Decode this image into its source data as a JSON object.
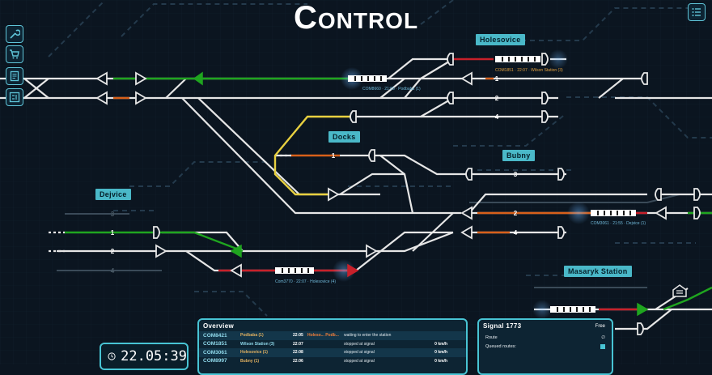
{
  "title": "Control",
  "toolbar": {
    "tools": [
      {
        "name": "wrench-icon"
      },
      {
        "name": "cart-icon"
      },
      {
        "name": "book-icon"
      },
      {
        "name": "schedule-icon"
      }
    ],
    "menu_icon": "list-icon"
  },
  "stations": {
    "holesovice": "Holesovice",
    "docks": "Docks",
    "bubny": "Bubny",
    "dejvice": "Dejvice",
    "masaryk": "Masaryk Station"
  },
  "track_numbers": {
    "holesovice": [
      "3",
      "1",
      "2",
      "4"
    ],
    "docks": [
      "1"
    ],
    "bubny": [
      "3",
      "2",
      "4"
    ],
    "dejvice": [
      "3",
      "1",
      "2",
      "4"
    ]
  },
  "trains": {
    "t1": "COM8660 · 21:05 · Podbaba (1)",
    "t2": "COM1851 · 22:07 · Wilson Station (3)",
    "t3": "COM3061 · 21:55 · Dejvice (1)",
    "t4": "Com3770 · 22:07 · Holesovice (4)"
  },
  "clock": {
    "time": "22.05:39"
  },
  "overview": {
    "title": "Overview",
    "rows": [
      {
        "id": "COM8421",
        "from": "Podbaba (1)",
        "dep": "22:05",
        "to": "Holeso...  Podb...",
        "status": "waiting to enter the station",
        "speed": ""
      },
      {
        "id": "COM1851",
        "from": "Wilson Station (3)",
        "dep": "22:07",
        "to": "",
        "status": "stopped at signal",
        "speed": "0 km/h"
      },
      {
        "id": "COM3061",
        "from": "Holesovice (1)",
        "dep": "22:08",
        "to": "",
        "status": "stopped at signal",
        "speed": "0 km/h"
      },
      {
        "id": "COM8997",
        "from": "Bubny (1)",
        "dep": "22:06",
        "to": "",
        "status": "stopped at signal",
        "speed": "0 km/h"
      }
    ]
  },
  "signal_panel": {
    "title": "Signal 1773",
    "state": "Free",
    "route_label": "Route",
    "route_value": "∅",
    "queued_label": "Queued routes:"
  },
  "colors": {
    "background": "#0b1520",
    "accent": "#48c4d4",
    "track": "#e6e6e6",
    "green": "#1fa51f",
    "red": "#c8202a",
    "orange": "#d8601a",
    "yellow": "#e8d040"
  }
}
